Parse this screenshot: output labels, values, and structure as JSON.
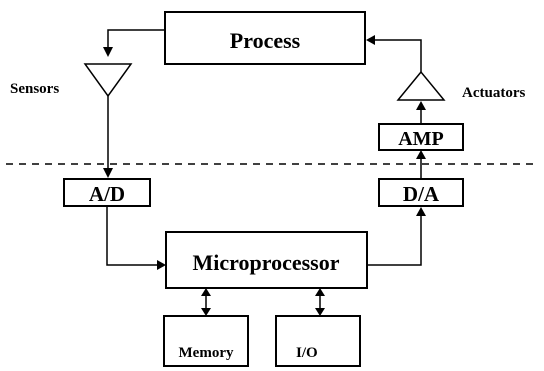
{
  "diagram": {
    "process_label": "Process",
    "sensors_label": "Sensors",
    "actuators_label": "Actuators",
    "amp_label": "AMP",
    "ad_label": "A/D",
    "da_label": "D/A",
    "microprocessor_label": "Microprocessor",
    "memory_label": "Memory",
    "io_label": "I/O"
  }
}
